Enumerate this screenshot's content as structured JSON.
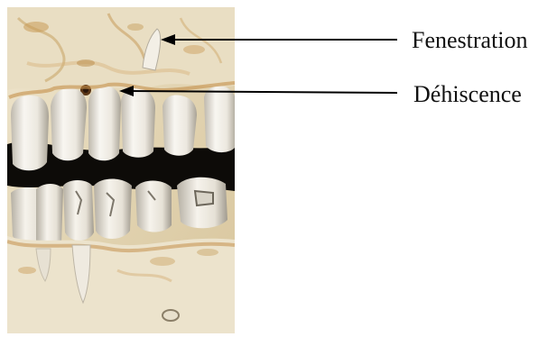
{
  "figure": {
    "labels": {
      "fenestration": "Fenestration",
      "dehiscence": "Déhiscence"
    },
    "image_subject": "3D CT reconstruction of teeth and alveolar bone",
    "colors": {
      "background": "#ffffff",
      "bone": "#e8dcc0",
      "bone_shadow": "#c9b58a",
      "tooth": "#f4f1ea",
      "tooth_shadow": "#bdb7aa",
      "gap": "#0d0b08",
      "stain": "#c99a55",
      "arrow": "#000000",
      "text": "#111111"
    }
  }
}
